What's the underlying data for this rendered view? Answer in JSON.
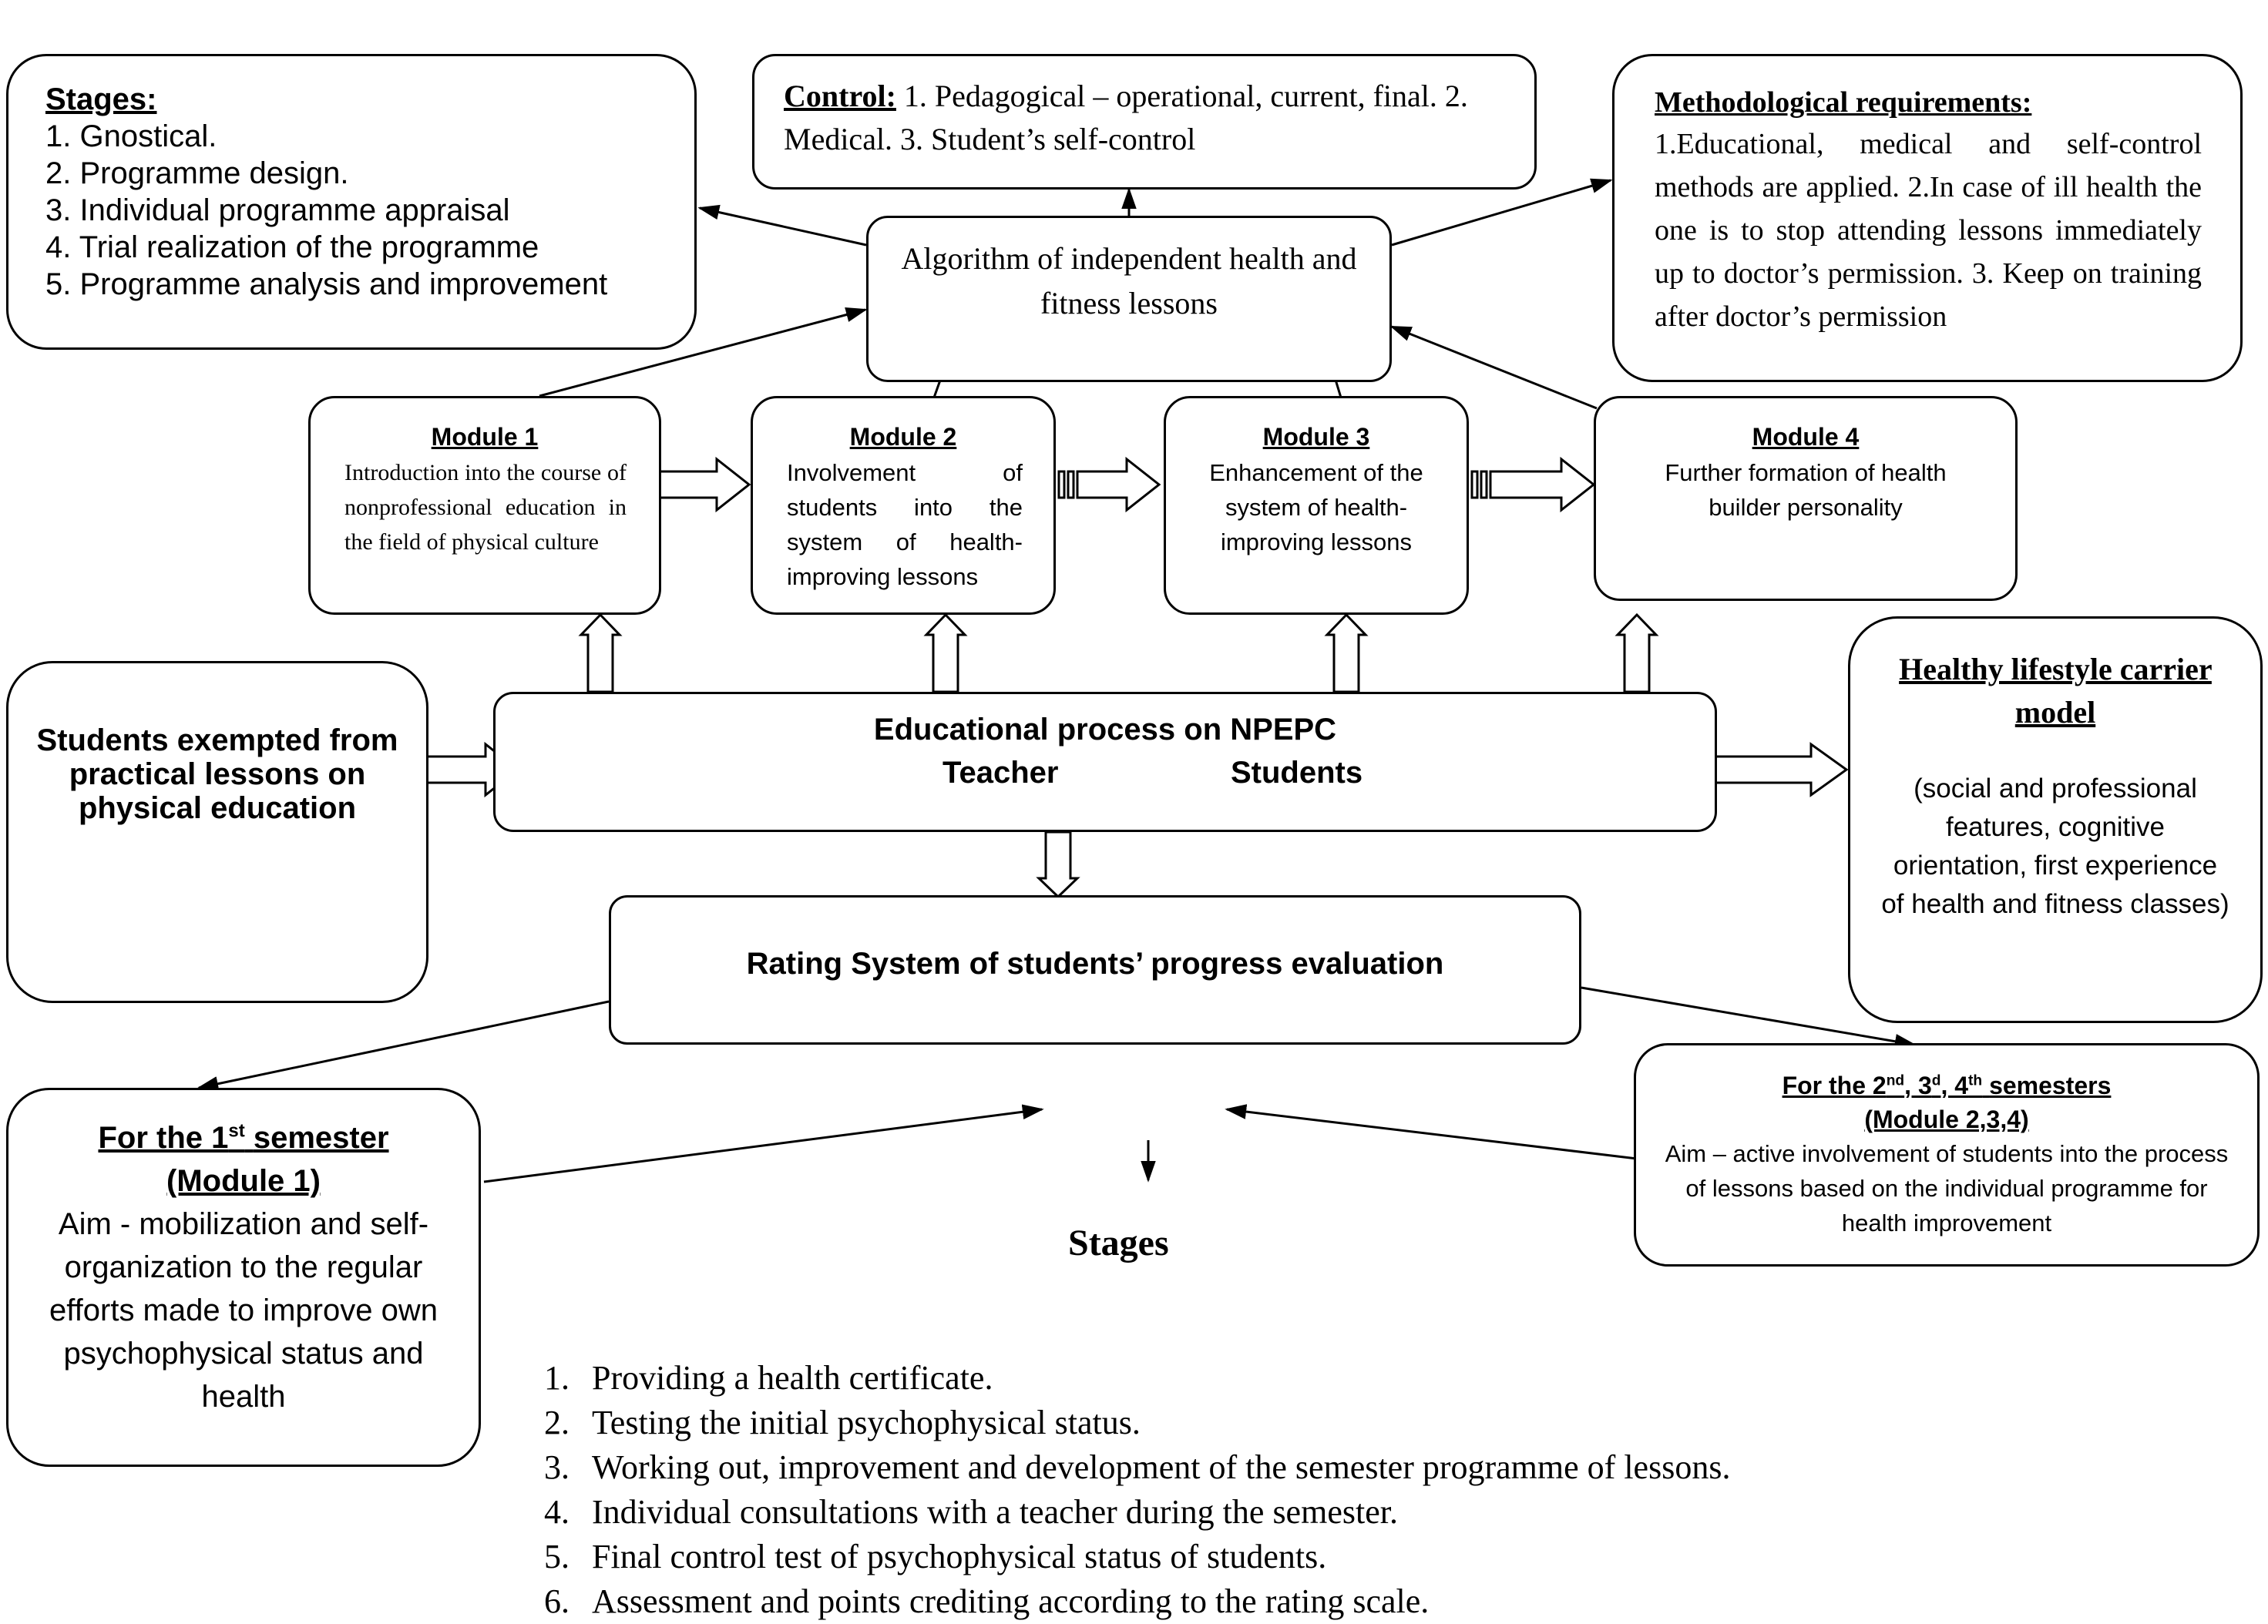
{
  "stages_box": {
    "title": "Stages:",
    "items": [
      "1. Gnostical.",
      "2. Programme design.",
      "3. Individual programme appraisal",
      "4. Trial realization of the programme",
      "5. Programme analysis and improvement"
    ]
  },
  "control_box": {
    "title": "Control:",
    "text": "1. Pedagogical – operational, current, final. 2. Medical. 3. Student’s self-control"
  },
  "method_box": {
    "title": "Methodological requirements:",
    "text": "1.Educational, medical and self-control methods are applied. 2.In case of ill health the one is to stop attending lessons immediately up to doctor’s permission. 3. Keep on training after doctor’s permission"
  },
  "algorithm_box": {
    "text": "Algorithm of independent health and fitness lessons"
  },
  "modules": [
    {
      "title": "Module 1",
      "text": "Introduction into the course of nonprofessional education in the field of physical culture"
    },
    {
      "title": "Module 2",
      "text": "Involvement of students into the system of health-improving lessons"
    },
    {
      "title": "Module 3",
      "text": "Enhancement of the system of health-improving lessons"
    },
    {
      "title": "Module 4",
      "text": "Further formation of health builder personality"
    }
  ],
  "exempted_box": {
    "text": "Students exempted from practical lessons on physical education"
  },
  "edu_box": {
    "title": "Educational process on NPEPC",
    "left": "Teacher",
    "right": "Students"
  },
  "healthy_box": {
    "title_part1": "Healthy lifestyle carrier",
    "title_part2": "model",
    "text": "(social and professional features, cognitive orientation, first experience of health and fitness classes)"
  },
  "rating_box": {
    "text": "Rating System of students’ progress evaluation"
  },
  "first_sem_box": {
    "title_a": "For the 1",
    "title_sup": "st",
    "title_b": "semester",
    "subtitle": "(Module 1)",
    "text": "Aim - mobilization and self-organization to the regular efforts made to improve own psychophysical status and health"
  },
  "later_sem_box": {
    "title_a": "For the 2",
    "sup1": "nd",
    "title_b": ", 3",
    "sup2": "d",
    "title_c": ", 4",
    "sup3": "th",
    "title_d": "semesters",
    "subtitle": "(Module 2,3,4)",
    "text": "Aim – active involvement of students into the process of lessons based on the individual programme for health improvement"
  },
  "bottom_stages": {
    "title": "Stages",
    "items": [
      "1.",
      "2.",
      "3.",
      "4.",
      "5.",
      "6."
    ],
    "texts": [
      "Providing a health certificate.",
      "Testing the initial psychophysical status.",
      "Working out, improvement and development of the semester programme of lessons.",
      "Individual consultations with a teacher during the semester.",
      "Final control test of psychophysical status of students.",
      "Assessment and points crediting according to the rating scale."
    ]
  }
}
